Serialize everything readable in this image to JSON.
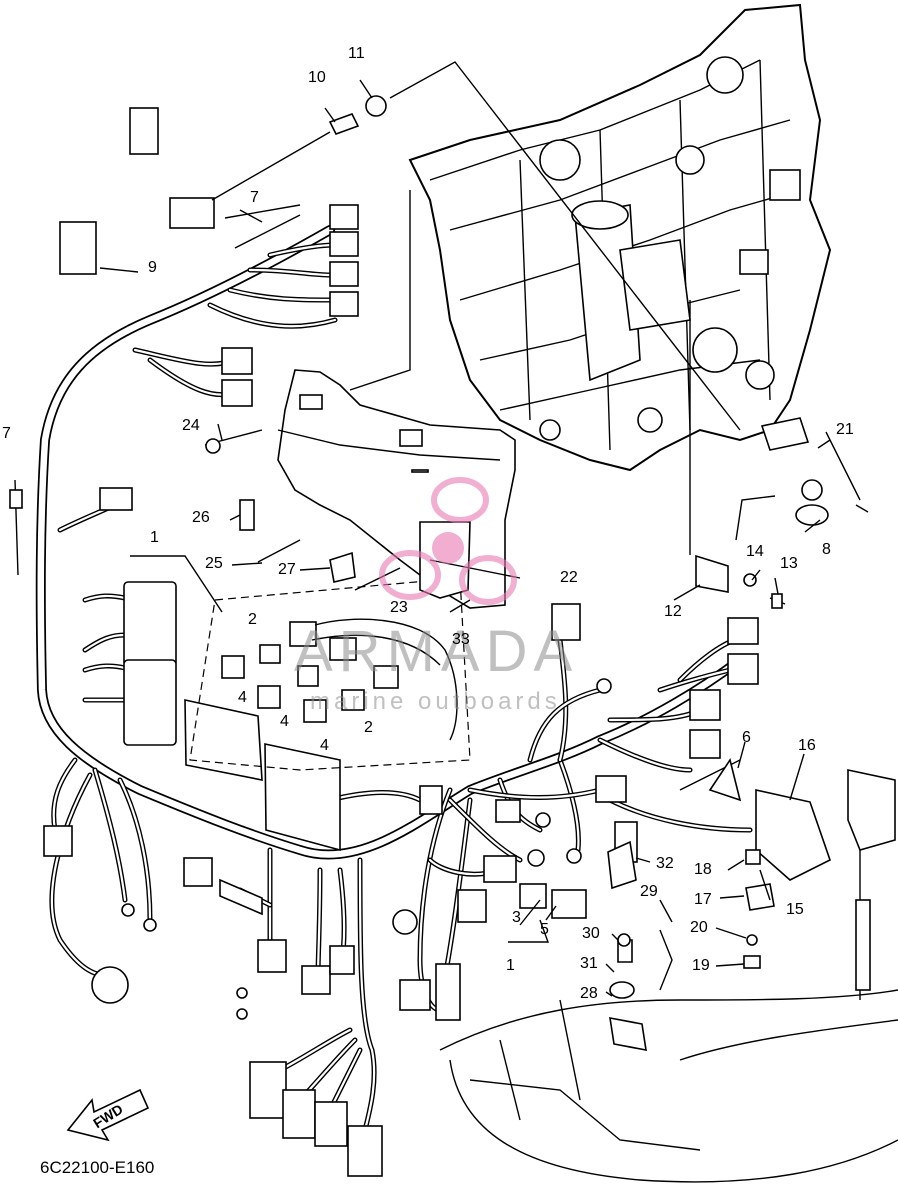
{
  "drawing_code": "6C22100-E160",
  "fwd_label": "FWD",
  "watermark": {
    "title": "ARMADA",
    "subtitle": "marine outboards"
  },
  "callouts": [
    "1",
    "2",
    "2",
    "3",
    "4",
    "4",
    "4",
    "5",
    "6",
    "7",
    "7",
    "8",
    "9",
    "10",
    "11",
    "12",
    "13",
    "14",
    "15",
    "16",
    "17",
    "18",
    "19",
    "20",
    "21",
    "22",
    "23",
    "24",
    "25",
    "26",
    "27",
    "28",
    "29",
    "30",
    "31",
    "32",
    "33",
    "1"
  ],
  "colors": {
    "ink": "#000000",
    "paper": "#ffffff",
    "watermark_gray": "#8c8c8c",
    "watermark_pink": "#e87ab4"
  }
}
